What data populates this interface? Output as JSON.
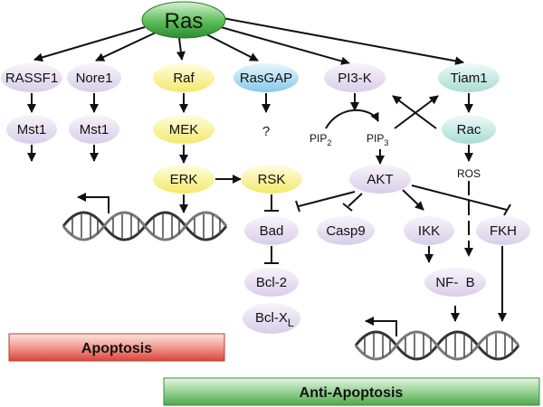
{
  "diagram": {
    "root": "Ras",
    "nodes": {
      "rassf1": "RASSF1",
      "nore1": "Nore1",
      "raf": "Raf",
      "rasgap": "RasGAP",
      "pi3k": "PI3-K",
      "tiam1": "Tiam1",
      "mst1a": "Mst1",
      "mst1b": "Mst1",
      "mek": "MEK",
      "erk": "ERK",
      "rsk": "RSK",
      "akt": "AKT",
      "rac": "Rac",
      "bad": "Bad",
      "casp9": "Casp9",
      "ikk": "IKK",
      "fkh": "FKH",
      "nfkb": "NF-  B",
      "bcl2": "Bcl-2",
      "bclxl_main": "Bcl-X",
      "bclxl_sub": "L"
    },
    "labels": {
      "question": "?",
      "pip2_main": "PIP",
      "pip2_sub": "2",
      "pip3_main": "PIP",
      "pip3_sub": "3",
      "ros": "ROS"
    },
    "outcomes": {
      "apoptosis": "Apoptosis",
      "anti_apoptosis": "Anti-Apoptosis"
    },
    "colors": {
      "ras": "#3aa03a",
      "purple": "#e4dcef",
      "yellow": "#f7f39a",
      "blue": "#9fd4ef",
      "teal": "#b9e3dd",
      "apoptosis": "#e85a4f",
      "anti_apoptosis": "#5fb85f"
    }
  }
}
